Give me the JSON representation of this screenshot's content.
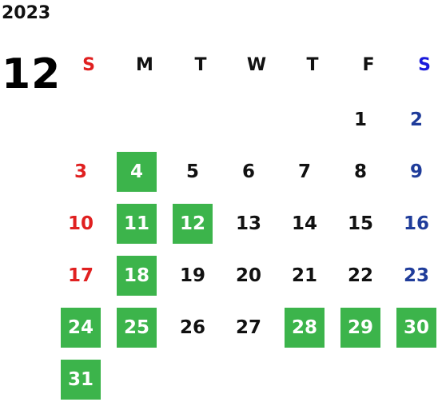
{
  "calendar": {
    "year": "2023",
    "month": "12",
    "weekdays": [
      "S",
      "M",
      "T",
      "W",
      "T",
      "F",
      "S"
    ],
    "highlight_color": "#3cb44b",
    "sunday_color": "#e02020",
    "saturday_color": "#1f3c9a",
    "weeks": [
      [
        {
          "day": ""
        },
        {
          "day": ""
        },
        {
          "day": ""
        },
        {
          "day": ""
        },
        {
          "day": ""
        },
        {
          "day": "1"
        },
        {
          "day": "2"
        }
      ],
      [
        {
          "day": "3"
        },
        {
          "day": "4",
          "highlighted": true
        },
        {
          "day": "5"
        },
        {
          "day": "6"
        },
        {
          "day": "7"
        },
        {
          "day": "8"
        },
        {
          "day": "9"
        }
      ],
      [
        {
          "day": "10"
        },
        {
          "day": "11",
          "highlighted": true
        },
        {
          "day": "12",
          "highlighted": true
        },
        {
          "day": "13"
        },
        {
          "day": "14"
        },
        {
          "day": "15"
        },
        {
          "day": "16"
        }
      ],
      [
        {
          "day": "17"
        },
        {
          "day": "18",
          "highlighted": true
        },
        {
          "day": "19"
        },
        {
          "day": "20"
        },
        {
          "day": "21"
        },
        {
          "day": "22"
        },
        {
          "day": "23"
        }
      ],
      [
        {
          "day": "24",
          "highlighted": true
        },
        {
          "day": "25",
          "highlighted": true
        },
        {
          "day": "26"
        },
        {
          "day": "27"
        },
        {
          "day": "28",
          "highlighted": true
        },
        {
          "day": "29",
          "highlighted": true
        },
        {
          "day": "30",
          "highlighted": true
        }
      ],
      [
        {
          "day": "31",
          "highlighted": true
        },
        {
          "day": ""
        },
        {
          "day": ""
        },
        {
          "day": ""
        },
        {
          "day": ""
        },
        {
          "day": ""
        },
        {
          "day": ""
        }
      ]
    ]
  }
}
